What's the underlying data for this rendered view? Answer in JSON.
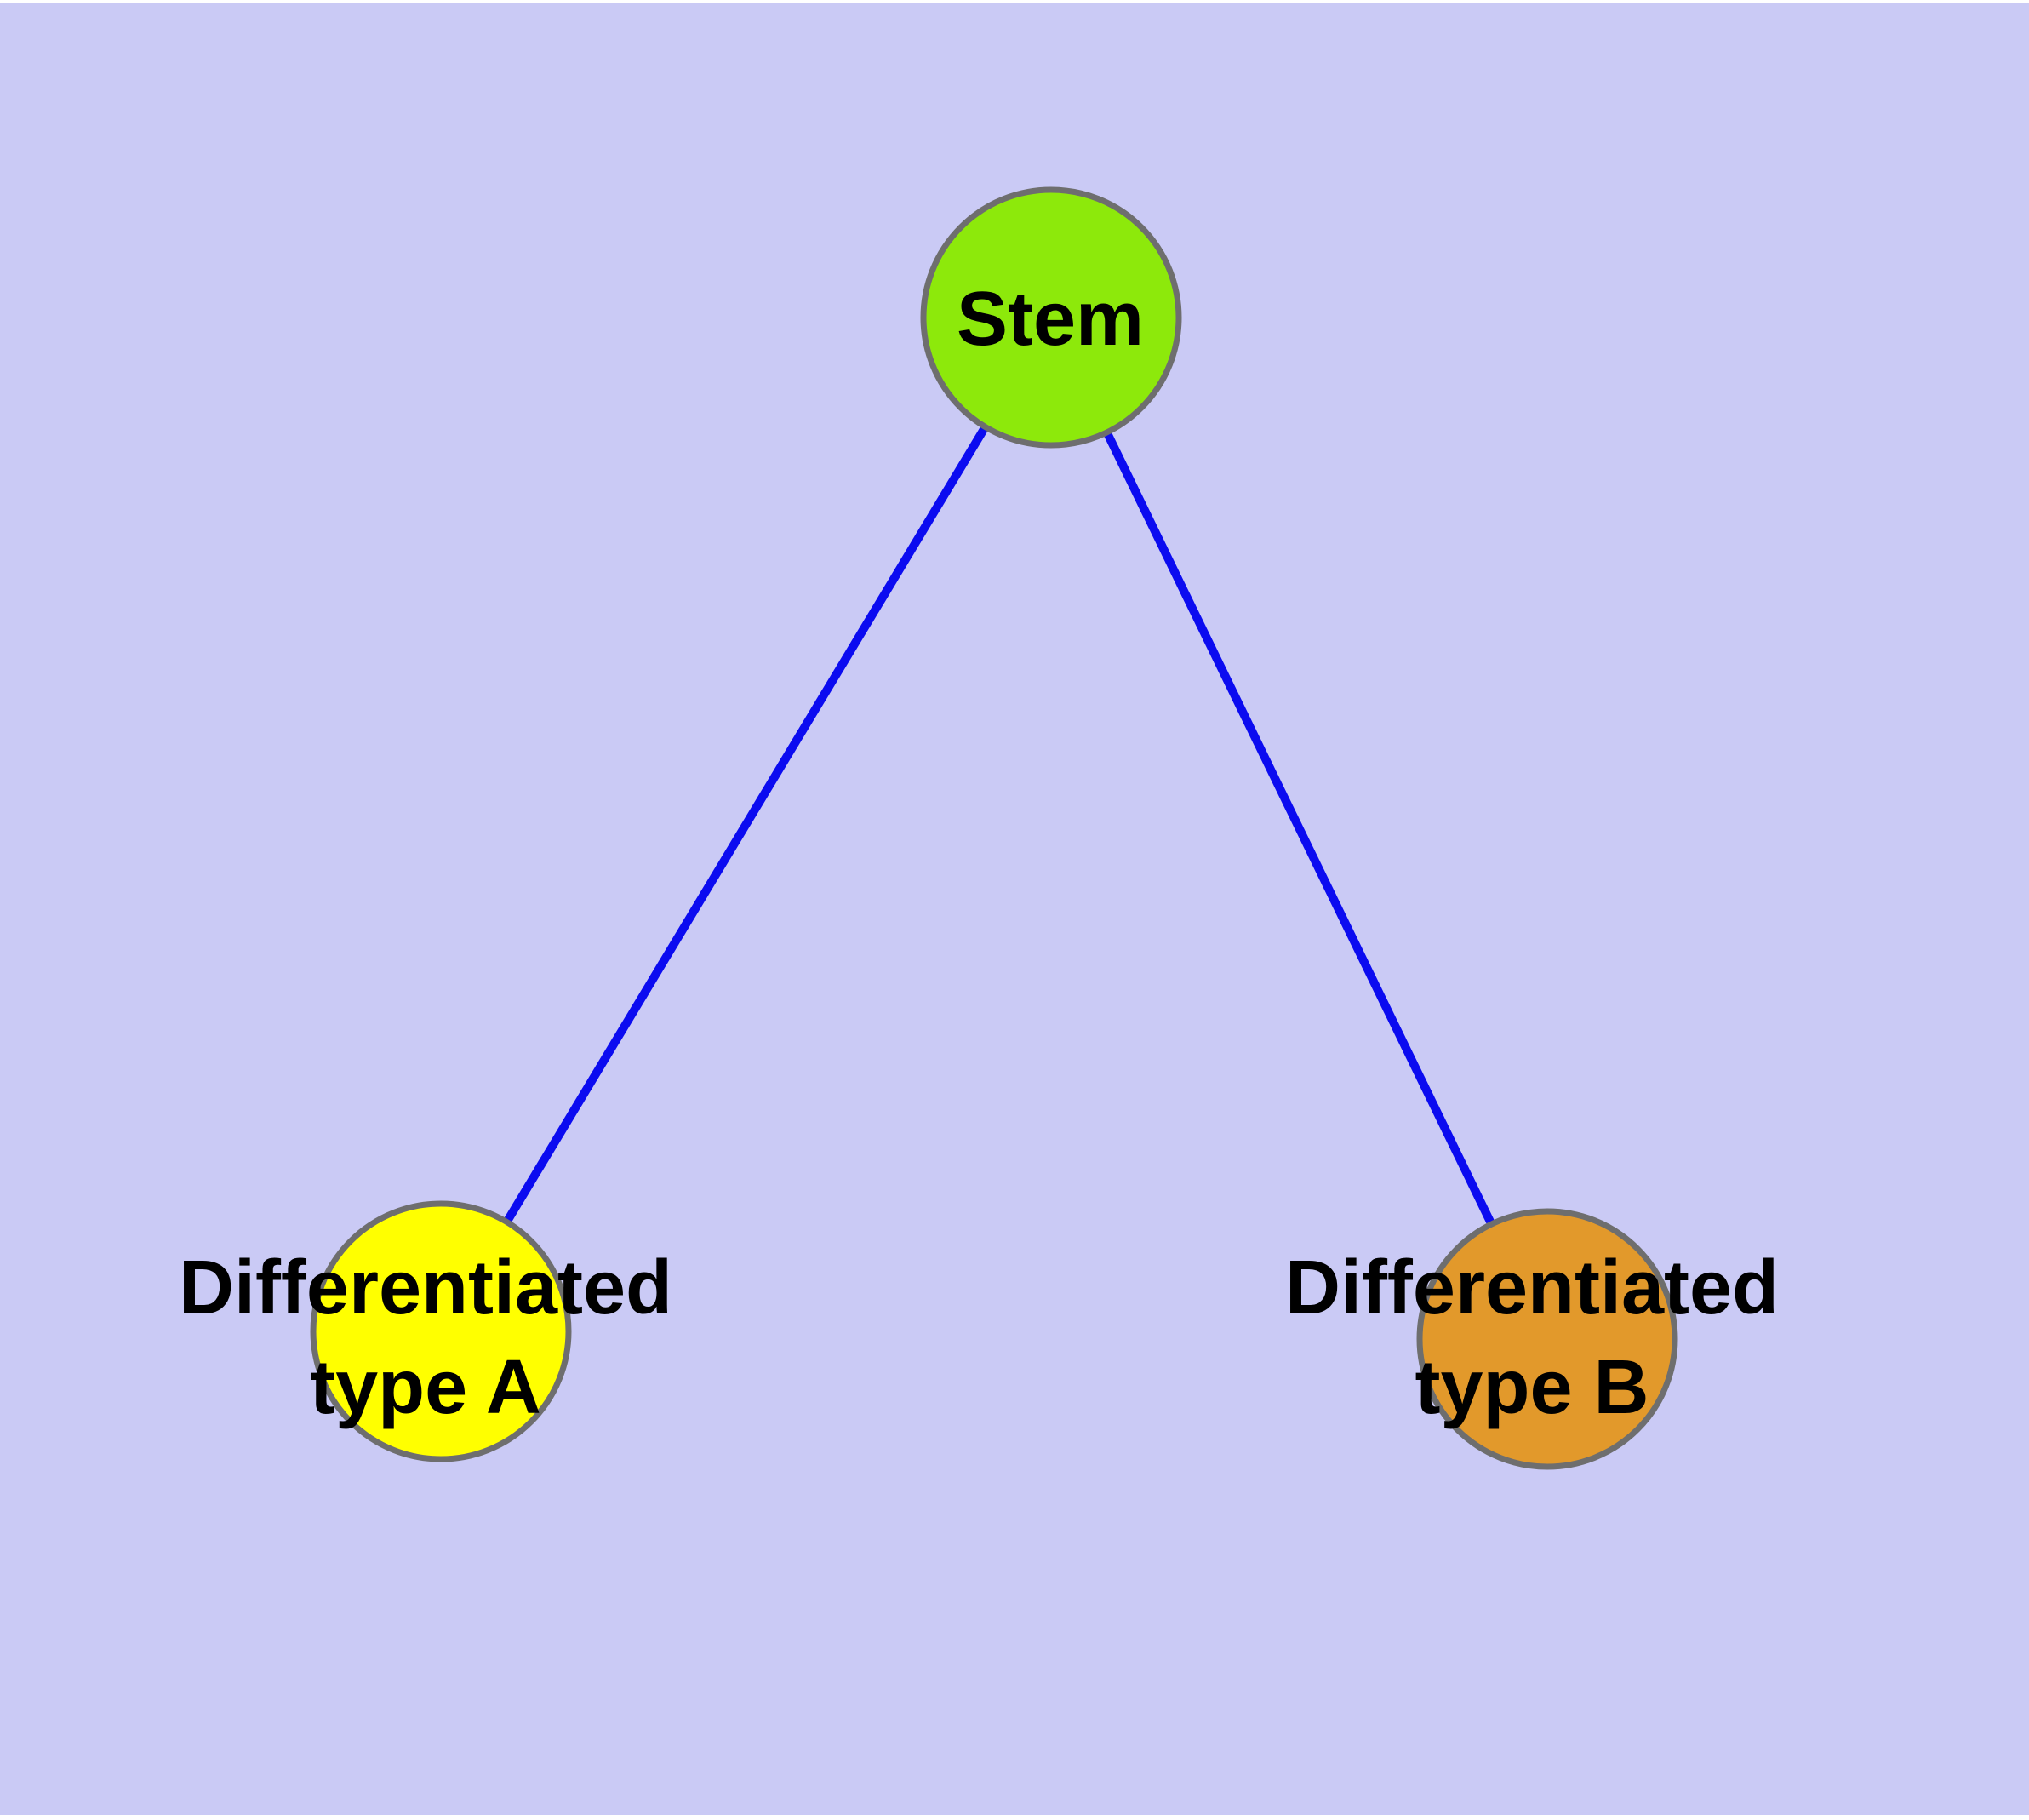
{
  "diagram": {
    "type": "graph",
    "description": "Stem cell differentiation tree: one stem node with two differentiated child types",
    "nodes": [
      {
        "id": "stem",
        "label_lines": [
          "Stem"
        ],
        "color": "#8DE90B"
      },
      {
        "id": "typeA",
        "label_lines": [
          "Differentiated",
          "type A"
        ],
        "color": "#FFFF00"
      },
      {
        "id": "typeB",
        "label_lines": [
          "Differentiated",
          "type B"
        ],
        "color": "#E2992B"
      }
    ],
    "edges": [
      {
        "from": "stem",
        "to": "typeA"
      },
      {
        "from": "stem",
        "to": "typeB"
      }
    ],
    "colors": {
      "page": "#FFFFFF",
      "background": "#CACAF5",
      "edge": "#0B0BF0",
      "node_border": "#6E6E6E",
      "label_text": "#000000"
    }
  }
}
